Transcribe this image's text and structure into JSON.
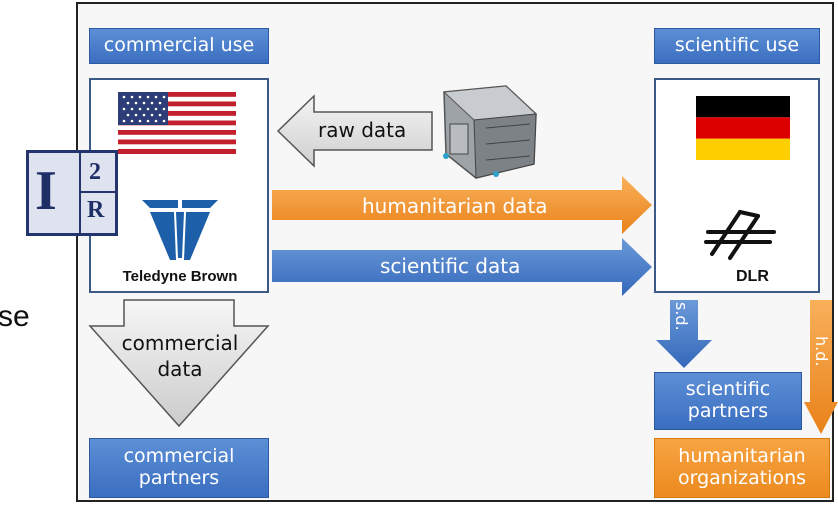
{
  "left_edge_text": "se",
  "header": {
    "commercial_use": "commercial use",
    "scientific_use": "scientific use"
  },
  "logos": {
    "i2r_top": "2",
    "i2r_bottom": "R",
    "i2r_letter": "I",
    "teledyne": "Teledyne Brown",
    "dlr": "DLR"
  },
  "arrows": {
    "raw_data": "raw data",
    "humanitarian_data": "humanitarian data",
    "scientific_data": "scientific data",
    "commercial_data_line1": "commercial",
    "commercial_data_line2": "data",
    "sd": "s.d.",
    "hd": "h.d."
  },
  "boxes": {
    "commercial_partners_line1": "commercial",
    "commercial_partners_line2": "partners",
    "scientific_partners_line1": "scientific",
    "scientific_partners_line2": "partners",
    "humanitarian_orgs_line1": "humanitarian",
    "humanitarian_orgs_line2": "organizations"
  },
  "colors": {
    "blue": "#3a6ec0",
    "orange": "#ec8a1f",
    "grey_arrow": "#d9d9d9"
  }
}
